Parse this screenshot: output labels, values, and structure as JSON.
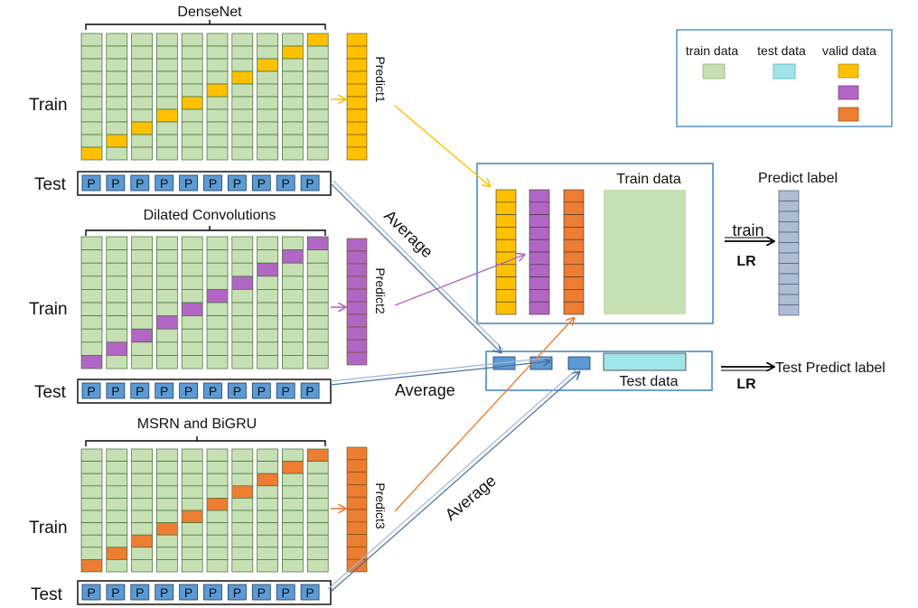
{
  "colors": {
    "train": "#c6e0b4",
    "test": "#9fe5ea",
    "valid1": "#ffc000",
    "valid2": "#b266c4",
    "valid3": "#ed7d31",
    "cell_border": "#3f6a35",
    "p_fill": "#5b9bd5",
    "p_border": "#1f3b63",
    "label_col": "#aebcd4",
    "label_border": "#4a5a78",
    "arrow_blue": "#4a6fa5",
    "panel_border": "#4a8bc2"
  },
  "legend": {
    "train_label": "train data",
    "test_label": "test data",
    "valid_label": "valid data"
  },
  "models": [
    {
      "title": "DenseNet",
      "train_label": "Train",
      "test_label": "Test",
      "predict_label": "Predict1",
      "fold_count": 10,
      "cell_char": "P"
    },
    {
      "title": "Dilated Convolutions",
      "train_label": "Train",
      "test_label": "Test",
      "predict_label": "Predict2",
      "fold_count": 10,
      "cell_char": "P"
    },
    {
      "title": "MSRN and BiGRU",
      "train_label": "Train",
      "test_label": "Test",
      "predict_label": "Predict3",
      "fold_count": 10,
      "cell_char": "P"
    }
  ],
  "flow": {
    "average_label": "Average",
    "train_data_label": "Train data",
    "test_data_label": "Test data",
    "predict_label_title": "Predict label",
    "train_arrow_label": "train",
    "lr_label": "LR",
    "test_predict_label": "Test Predict label"
  }
}
